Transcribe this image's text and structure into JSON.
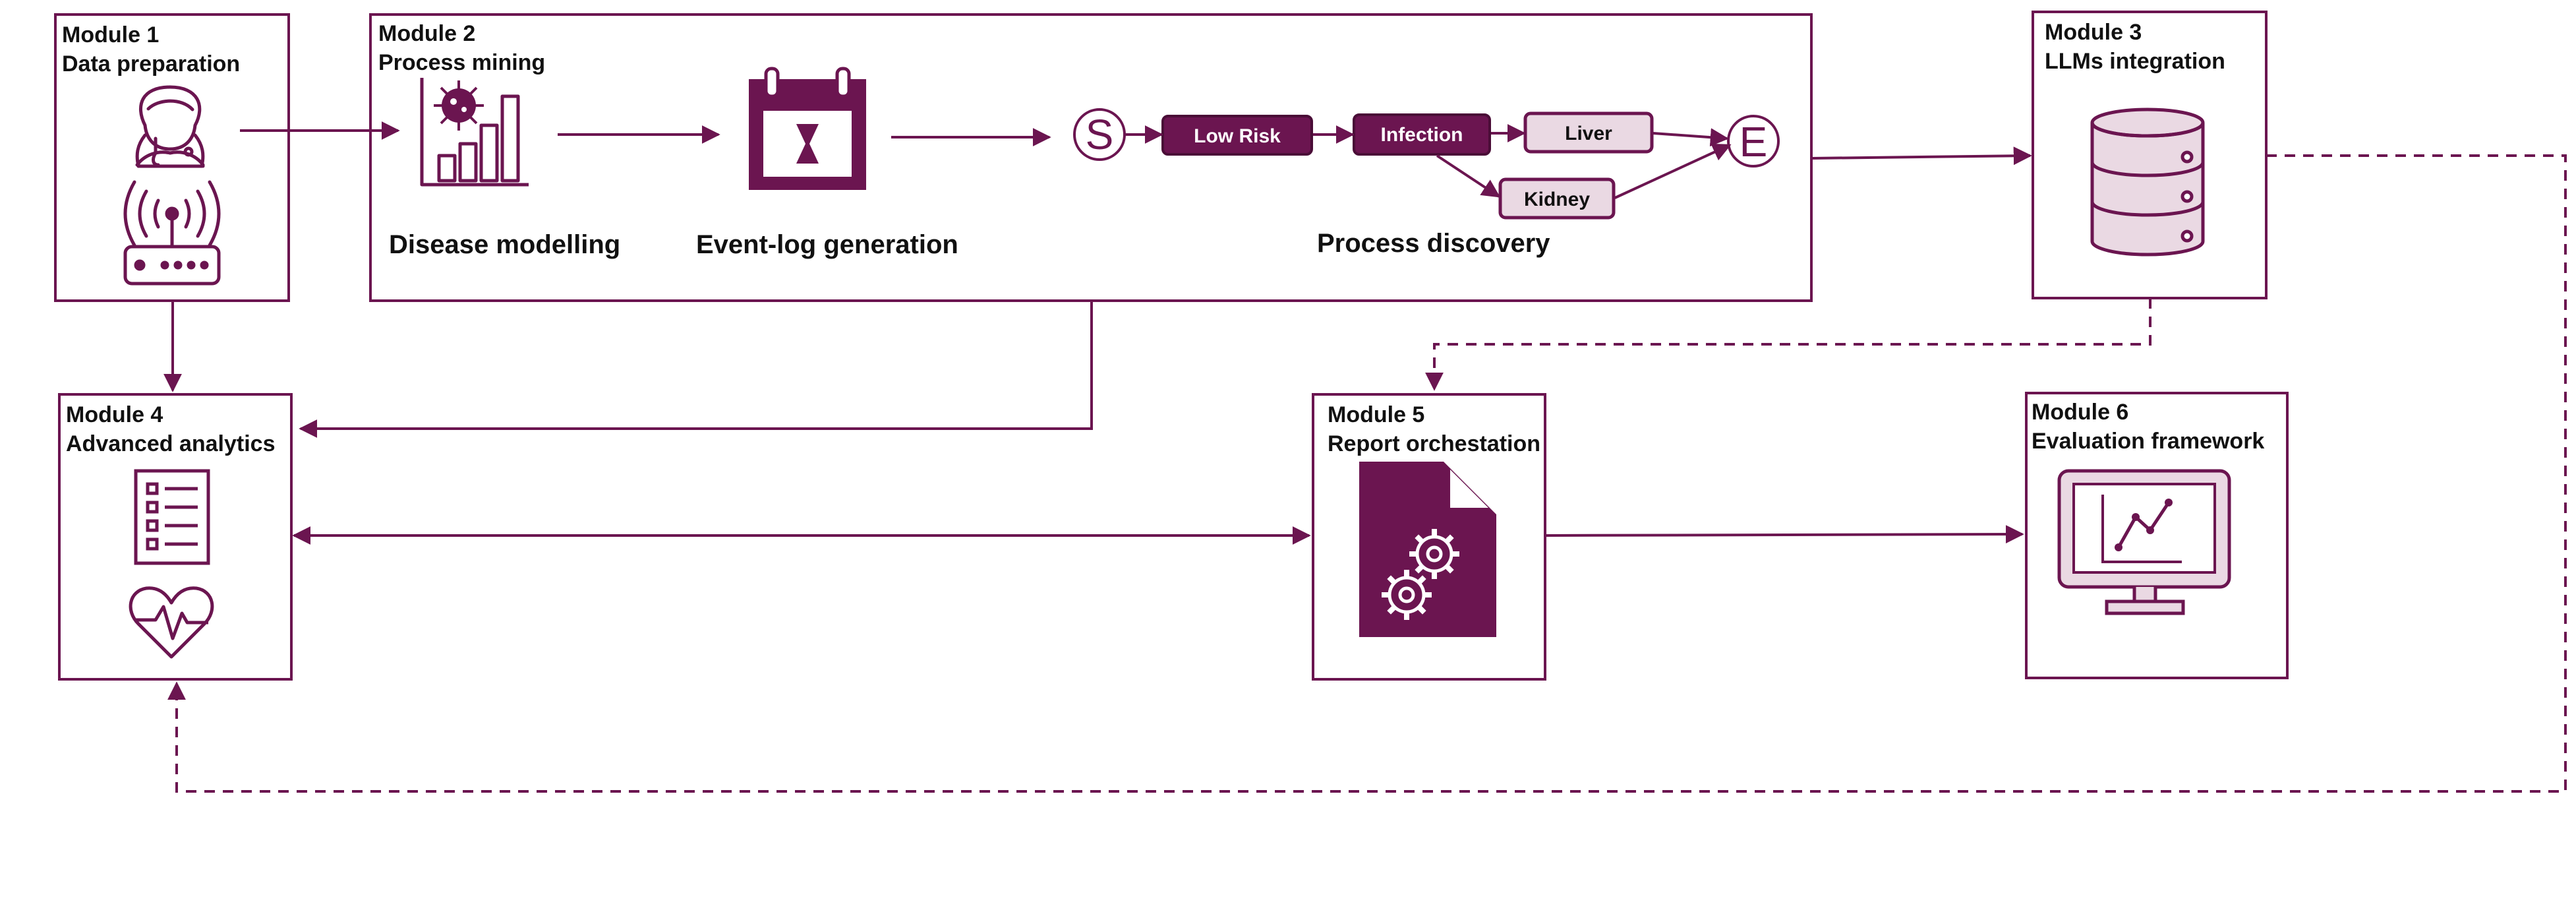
{
  "colors": {
    "primary": "#6b1550",
    "light_fill": "#ead9e3",
    "text": "#111111",
    "background": "#ffffff"
  },
  "modules": {
    "m1": {
      "number": "Module 1",
      "title": "Data preparation",
      "icons": [
        "doctor-icon",
        "router-icon"
      ]
    },
    "m2": {
      "number": "Module 2",
      "title": "Process mining",
      "steps": [
        "Disease modelling",
        "Event-log generation",
        "Process discovery"
      ],
      "icons": [
        "bar-chart-virus-icon",
        "calendar-hourglass-icon"
      ]
    },
    "m3": {
      "number": "Module 3",
      "title": "LLMs integration",
      "icons": [
        "database-icon"
      ]
    },
    "m4": {
      "number": "Module 4",
      "title": "Advanced analytics",
      "icons": [
        "checklist-icon",
        "heart-pulse-icon"
      ]
    },
    "m5": {
      "number": "Module 5",
      "title": "Report orchestation",
      "icons": [
        "document-gears-icon"
      ]
    },
    "m6": {
      "number": "Module 6",
      "title": "Evaluation framework",
      "icons": [
        "monitor-chart-icon"
      ]
    }
  },
  "process_flow": {
    "start": "S",
    "end": "E",
    "nodes": [
      "Low Risk",
      "Infection",
      "Liver",
      "Kidney"
    ]
  }
}
